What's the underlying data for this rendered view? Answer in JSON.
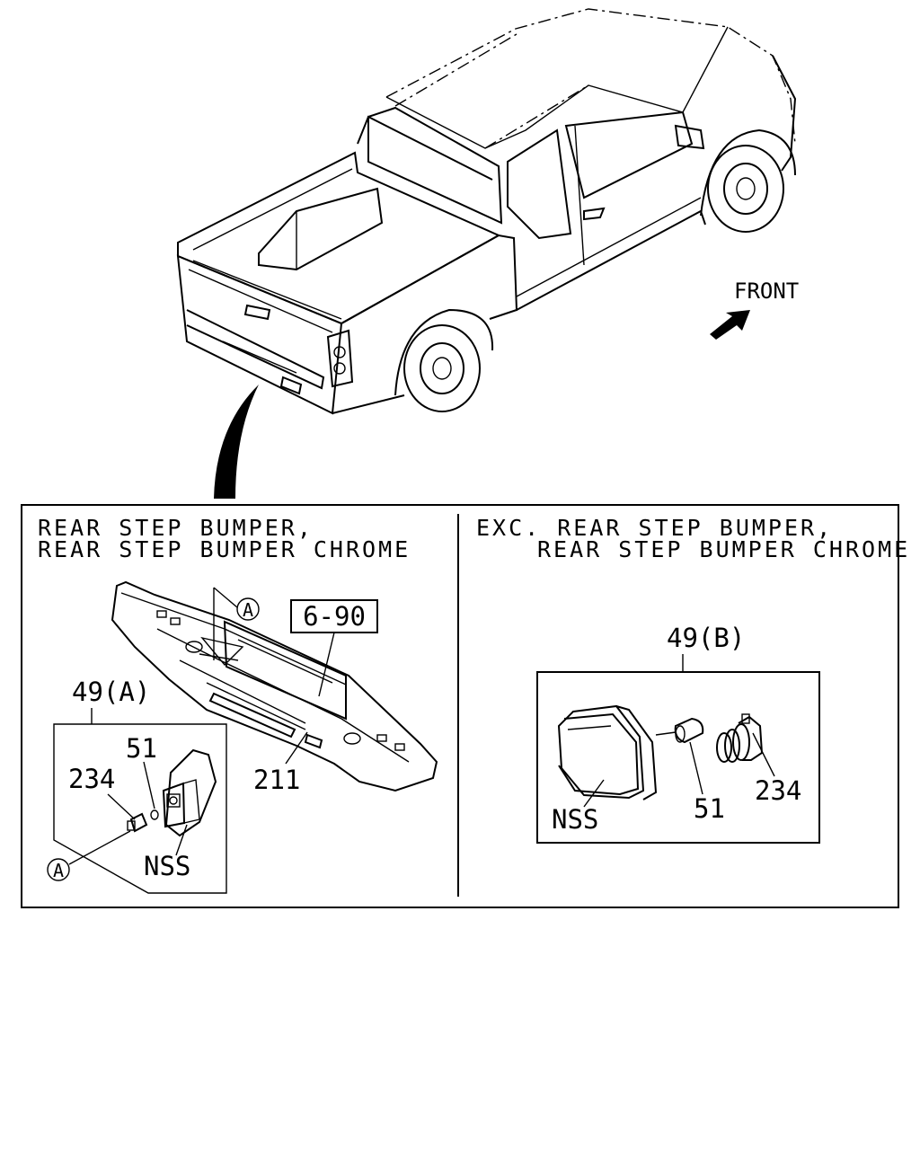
{
  "direction_label": "FRONT",
  "left_panel": {
    "caption_line1": "REAR STEP BUMPER,",
    "caption_line2": "REAR STEP BUMPER CHROME",
    "ref_box": "6-90",
    "callout_A_top": "A",
    "callout_A_bottom": "A",
    "part_49": "49(A)",
    "part_51": "51",
    "part_234": "234",
    "part_nss": "NSS",
    "part_211": "211"
  },
  "right_panel": {
    "caption_line1": "EXC. REAR STEP BUMPER,",
    "caption_line2": "REAR STEP BUMPER CHROME",
    "part_49": "49(B)",
    "part_nss": "NSS",
    "part_51": "51",
    "part_234": "234"
  }
}
